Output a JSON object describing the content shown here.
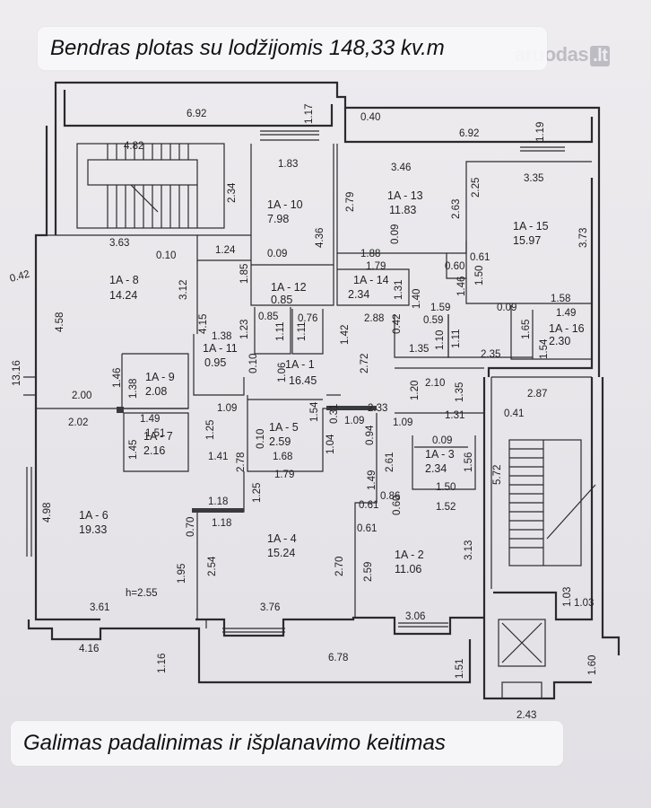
{
  "header": {
    "total_area_caption": "Bendras plotas su lodžijomis 148,33 kv.m"
  },
  "footer": {
    "note_caption": "Galimas padalinimas ir išplanavimo keitimas"
  },
  "watermark": {
    "name": "aruodas",
    "tld": ".lt"
  },
  "height_note": "h=2.55",
  "rooms": [
    {
      "id": "1A - 1",
      "area": "16.45"
    },
    {
      "id": "1A - 2",
      "area": "11.06"
    },
    {
      "id": "1A - 3",
      "area": "2.34"
    },
    {
      "id": "1A - 4",
      "area": "15.24"
    },
    {
      "id": "1A - 5",
      "area": "2.59"
    },
    {
      "id": "1A - 6",
      "area": "19.33"
    },
    {
      "id": "1A - 7",
      "area": "2.16"
    },
    {
      "id": "1A - 8",
      "area": "14.24"
    },
    {
      "id": "1A - 9",
      "area": "2.08"
    },
    {
      "id": "1A - 10",
      "area": "7.98"
    },
    {
      "id": "1A - 11",
      "area": "0.95"
    },
    {
      "id": "1A - 12",
      "area": "0.85"
    },
    {
      "id": "1A - 13",
      "area": "11.83"
    },
    {
      "id": "1A - 14",
      "area": "2.34"
    },
    {
      "id": "1A - 15",
      "area": "15.97"
    },
    {
      "id": "1A - 16",
      "area": "2.30"
    }
  ],
  "dimensions": [
    "6.92",
    "1.17",
    "0.40",
    "6.92",
    "1.19",
    "4.82",
    "2.34",
    "1.83",
    "3.46",
    "3.35",
    "2.79",
    "2.63",
    "2.25",
    "3.73",
    "4.36",
    "0.09",
    "3.63",
    "0.10",
    "1.24",
    "0.09",
    "1.85",
    "3.12",
    "1.88",
    "1.79",
    "0.60",
    "0.61",
    "1.31",
    "1.40",
    "1.46",
    "1.50",
    "1.59",
    "0.09",
    "1.58",
    "0.42",
    "4.58",
    "13.16",
    "4.15",
    "1.38",
    "1.23",
    "0.85",
    "0.76",
    "1.11",
    "1.11",
    "2.88",
    "1.42",
    "0.42",
    "0.59",
    "1.49",
    "2.72",
    "1.35",
    "1.10",
    "1.11",
    "2.35",
    "1.65",
    "1.54",
    "0.10",
    "1.06",
    "1.46",
    "1.38",
    "2.00",
    "2.10",
    "1.20",
    "1.35",
    "2.87",
    "1.09",
    "2.33",
    "1.54",
    "0.31",
    "1.09",
    "1.09",
    "1.31",
    "0.41",
    "2.02",
    "1.49",
    "1.25",
    "0.10",
    "1.04",
    "0.94",
    "0.09",
    "1.51",
    "1.45",
    "1.41",
    "2.78",
    "1.68",
    "1.79",
    "2.61",
    "1.56",
    "5.72",
    "1.50",
    "1.49",
    "1.52",
    "1.25",
    "0.61",
    "0.86",
    "0.60",
    "1.18",
    "4.98",
    "0.70",
    "1.18",
    "0.61",
    "2.54",
    "2.70",
    "2.59",
    "3.13",
    "1.95",
    "3.61",
    "3.76",
    "3.06",
    "1.03",
    "1.03",
    "4.16",
    "1.16",
    "6.78",
    "1.51",
    "1.60",
    "2.43"
  ]
}
